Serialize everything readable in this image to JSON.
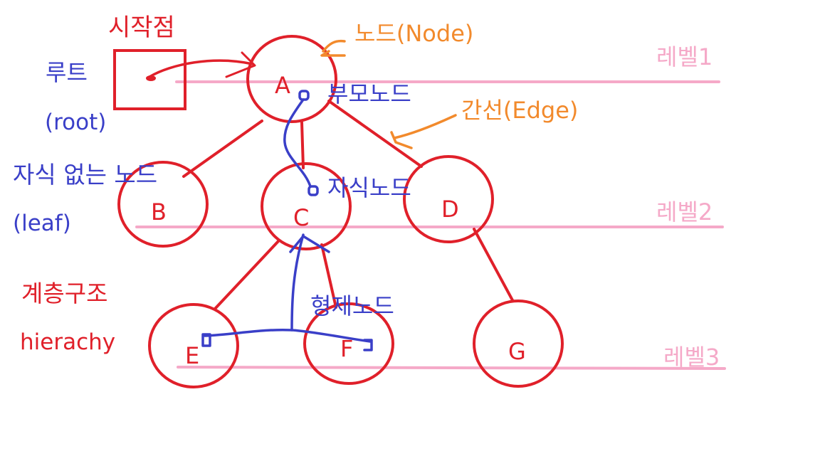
{
  "colors": {
    "red": "#e0202a",
    "blue": "#3a3fc8",
    "orange": "#f28a2c",
    "pink": "#f5a9c8"
  },
  "nodes": {
    "A": "A",
    "B": "B",
    "C": "C",
    "D": "D",
    "E": "E",
    "F": "F",
    "G": "G"
  },
  "annotations": {
    "start_point": "시작점",
    "root": "루트",
    "root_en": "(root)",
    "node": "노드(Node)",
    "parent_node": "부모노드",
    "edge": "간선(Edge)",
    "leaf": "자식 없는 노드",
    "leaf_en": "(leaf)",
    "child_node": "자식노드",
    "hierarchy": "계층구조",
    "hierarchy_en": "hierachy",
    "sibling_node": "형제노드"
  },
  "levels": {
    "level1": "레벨1",
    "level2": "레벨2",
    "level3": "레벨3"
  }
}
